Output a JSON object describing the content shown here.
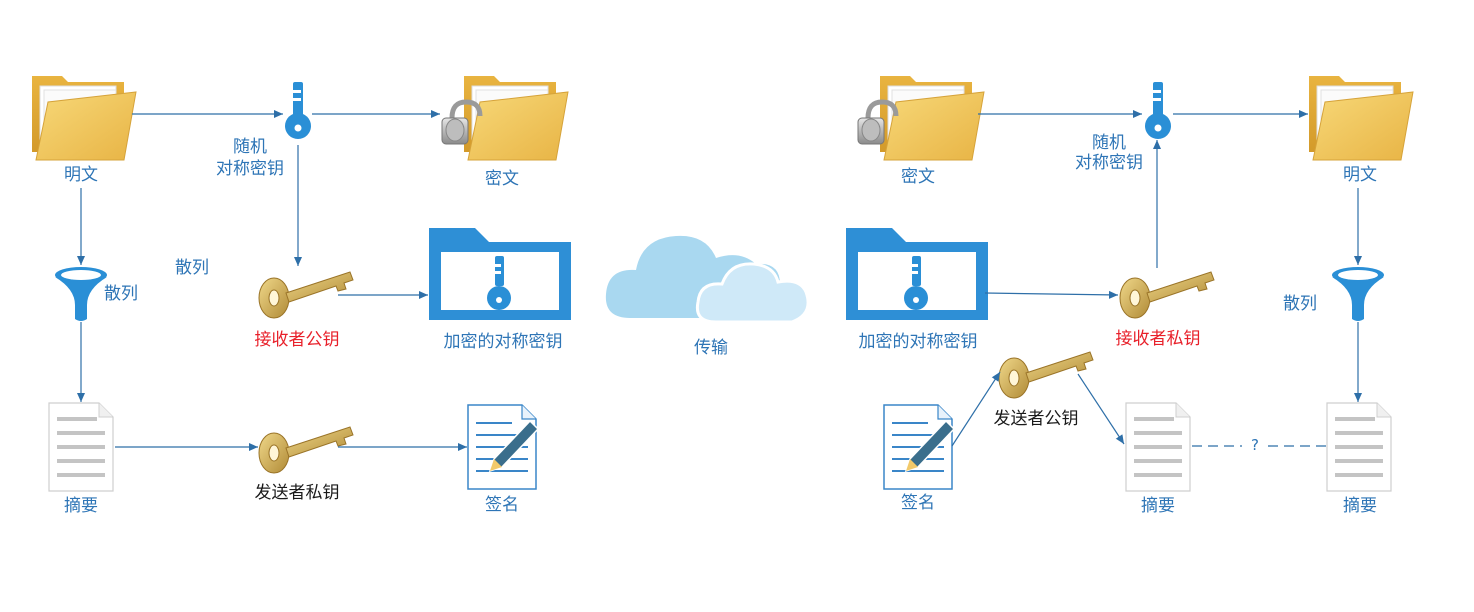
{
  "colors": {
    "label_blue": "#2e75b6",
    "label_red": "#e8202a",
    "label_black": "#1a1a1a",
    "arrow": "#2e6fa8",
    "folder": "#f3c24f",
    "key_blue": "#2a8fd6",
    "key_gold": "#c9a44a",
    "cloud": "#a9d8f0",
    "doc_line": "#c8c8c8"
  },
  "sender": {
    "plaintext": "明文",
    "random_key_line1": "随机",
    "random_key_line2": "对称密钥",
    "ciphertext": "密文",
    "hash_label": "散列",
    "hash_label_alt": "散列",
    "receiver_public_key": "接收者公钥",
    "encrypted_sym_key": "加密的对称密钥",
    "digest": "摘要",
    "sender_private_key": "发送者私钥",
    "signature": "签名"
  },
  "transfer": {
    "label": "传输"
  },
  "receiver": {
    "ciphertext": "密文",
    "random_key_line1": "随机",
    "random_key_line2": "对称密钥",
    "plaintext": "明文",
    "encrypted_sym_key": "加密的对称密钥",
    "receiver_private_key": "接收者私钥",
    "hash_label": "散列",
    "sender_public_key": "发送者公钥",
    "signature": "签名",
    "digest_computed": "摘要",
    "digest_hashed": "摘要",
    "compare_mark": "?"
  },
  "icons": {
    "folder": "folder-icon",
    "folder_locked": "locked-folder-icon",
    "key_blue": "key-icon",
    "key_gold": "golden-key-icon",
    "funnel": "funnel-icon",
    "document": "document-icon",
    "signature_doc": "signed-document-icon",
    "key_folder": "key-folder-icon",
    "cloud": "cloud-icon"
  }
}
